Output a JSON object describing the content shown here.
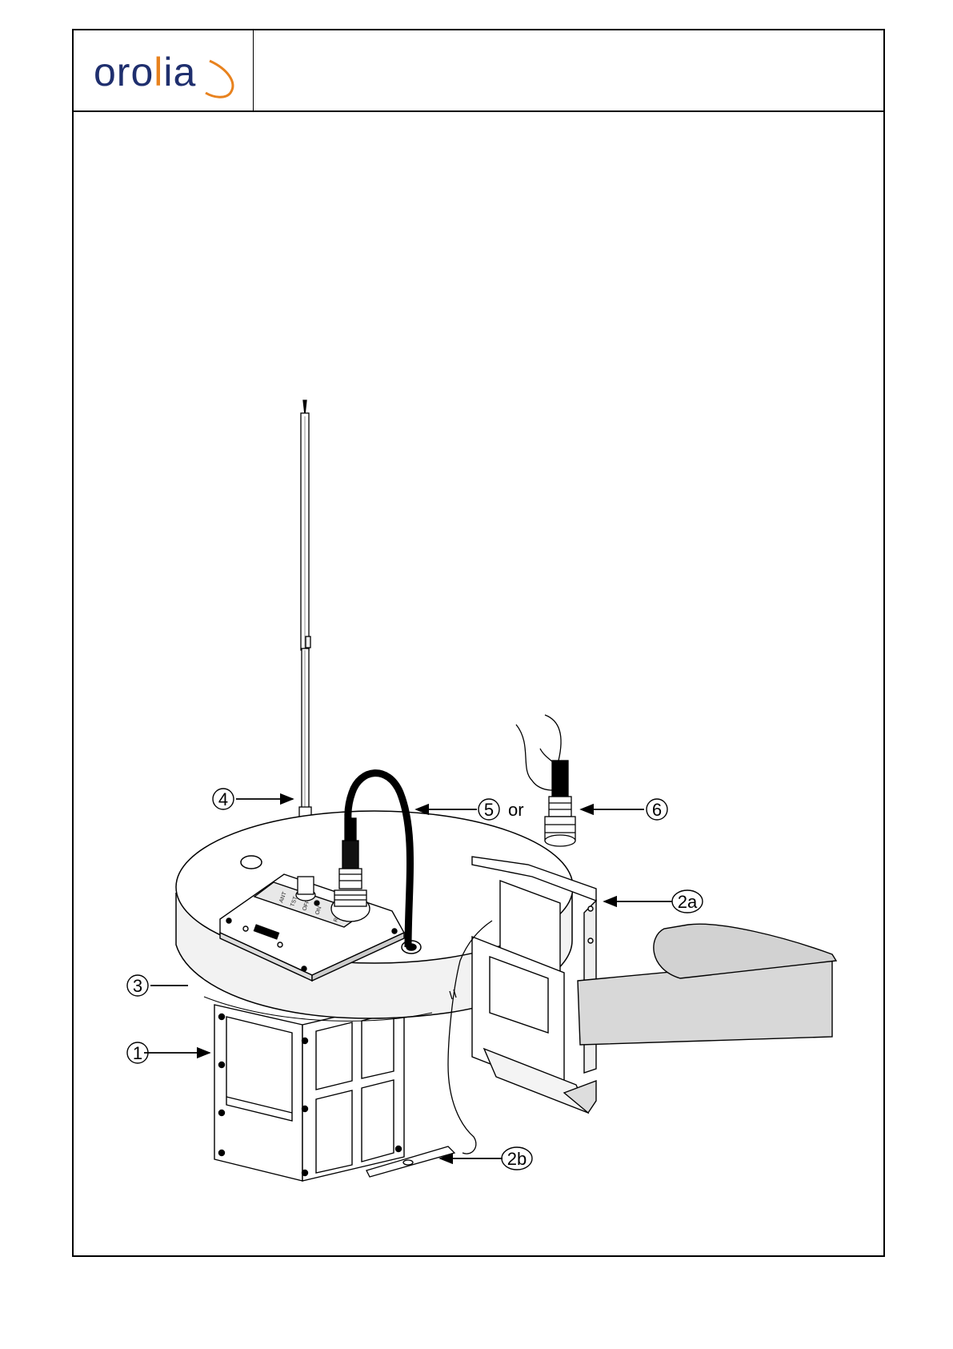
{
  "header": {
    "logo_text_a": "oro",
    "logo_text_l": "l",
    "logo_text_b": "ia",
    "logo_name": "orolia-logo",
    "brand_colors": {
      "navy": "#1f2f6e",
      "orange": "#e8821e"
    }
  },
  "figure": {
    "callouts": [
      {
        "id": "1",
        "label": "1"
      },
      {
        "id": "2a",
        "label": "2a"
      },
      {
        "id": "2b",
        "label": "2b"
      },
      {
        "id": "3",
        "label": "3"
      },
      {
        "id": "4",
        "label": "4"
      },
      {
        "id": "5",
        "label": "5"
      },
      {
        "id": "6",
        "label": "6"
      }
    ],
    "or_text": "or",
    "panel_labels": [
      "ANT",
      "TST",
      "OFF",
      "ON",
      "RL"
    ]
  }
}
